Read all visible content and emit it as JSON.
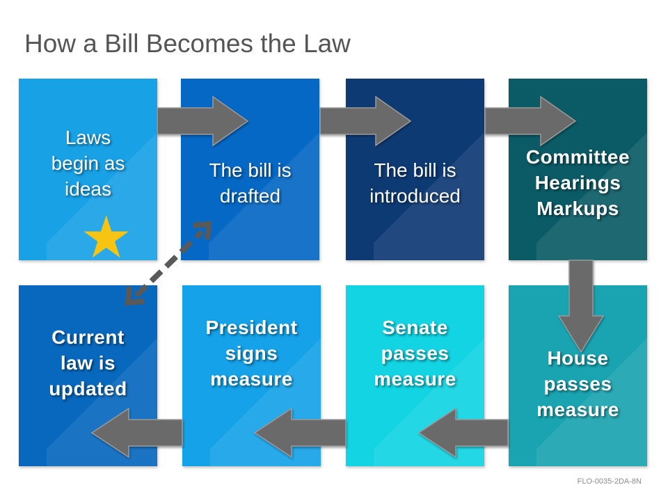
{
  "title": "How a Bill Becomes the Law",
  "footer_code": "FLO-0035-2DA-8N",
  "colors": {
    "laws_begin": "#19a1e6",
    "bill_drafted": "#0568c4",
    "bill_introduced": "#0e3a74",
    "committee": "#0b5b66",
    "house_passes": "#1aa4b1",
    "senate_passes": "#12d4e3",
    "president_signs": "#15a2e8",
    "current_law": "#0868be",
    "arrow_fill": "#6b6b6b",
    "arrow_stroke": "#9a9a9a",
    "star": "#f6c411"
  },
  "steps": {
    "laws_begin": {
      "lines": [
        "Laws",
        "begin as",
        "ideas"
      ],
      "icon": "star-icon"
    },
    "bill_drafted": {
      "lines": [
        "The bill is",
        "drafted"
      ]
    },
    "bill_introduced": {
      "lines": [
        "The bill is",
        "introduced"
      ]
    },
    "committee": {
      "lines": [
        "Committee",
        "Hearings",
        "Markups"
      ]
    },
    "house_passes": {
      "lines": [
        "House",
        "passes",
        "measure"
      ]
    },
    "senate_passes": {
      "lines": [
        "Senate",
        "passes",
        "measure"
      ]
    },
    "president_signs": {
      "lines": [
        "President",
        "signs",
        "measure"
      ]
    },
    "current_law": {
      "lines": [
        "Current",
        "law is",
        "updated"
      ]
    }
  },
  "connectors": [
    {
      "name": "arrow-right-1",
      "direction": "right",
      "style": "solid"
    },
    {
      "name": "arrow-right-2",
      "direction": "right",
      "style": "solid"
    },
    {
      "name": "arrow-right-3",
      "direction": "right",
      "style": "solid"
    },
    {
      "name": "arrow-down",
      "direction": "down",
      "style": "solid"
    },
    {
      "name": "arrow-left-1",
      "direction": "left",
      "style": "solid"
    },
    {
      "name": "arrow-left-2",
      "direction": "left",
      "style": "solid"
    },
    {
      "name": "arrow-left-3",
      "direction": "left",
      "style": "solid"
    },
    {
      "name": "dashed-double-arrow",
      "direction": "both",
      "style": "dashed"
    }
  ]
}
